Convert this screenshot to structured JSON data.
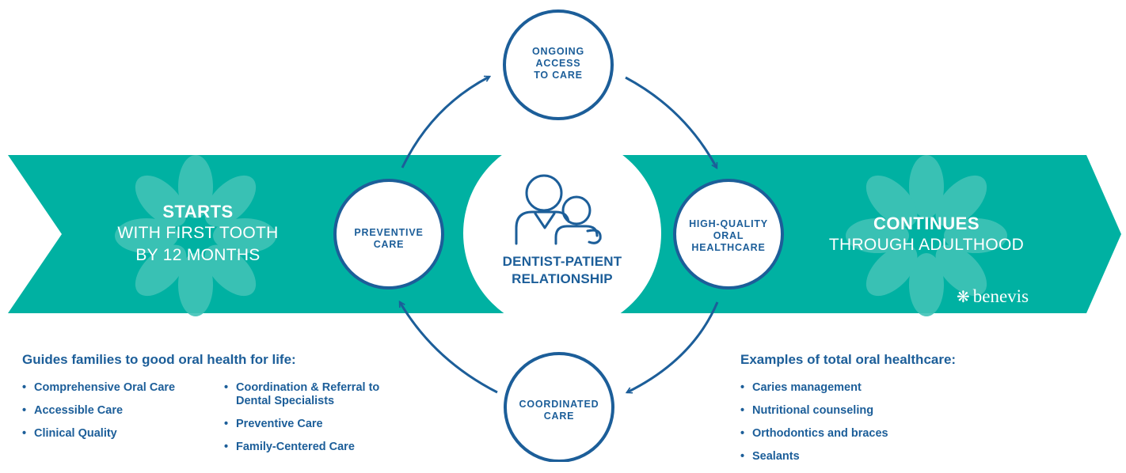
{
  "band": {
    "left_title": "STARTS",
    "left_line1": "WITH FIRST TOOTH",
    "left_line2": "BY 12 MONTHS",
    "right_title": "CONTINUES",
    "right_line1": "THROUGH ADULTHOOD"
  },
  "nodes": {
    "top": [
      "ONGOING",
      "ACCESS",
      "TO CARE"
    ],
    "left": [
      "PREVENTIVE",
      "CARE"
    ],
    "right": [
      "HIGH-QUALITY",
      "ORAL",
      "HEALTHCARE"
    ],
    "bottom": [
      "COORDINATED",
      "CARE"
    ]
  },
  "center": {
    "line1": "DENTIST-PATIENT",
    "line2": "RELATIONSHIP",
    "icon": "dentist-patient-icon"
  },
  "left_list": {
    "heading": "Guides families to good oral health for life:",
    "col1": [
      "Comprehensive Oral Care",
      "Accessible Care",
      "Clinical Quality"
    ],
    "col2": [
      "Coordination & Referral to Dental Specialists",
      "Preventive Care",
      "Family-Centered Care"
    ]
  },
  "right_list": {
    "heading": "Examples of total oral healthcare:",
    "items": [
      "Caries management",
      "Nutritional counseling",
      "Orthodontics and braces",
      "Sealants"
    ]
  },
  "brand": {
    "name": "benevis",
    "icon": "flower-icon"
  },
  "colors": {
    "teal": "#00b1a2",
    "blue": "#1c5e99",
    "white": "#ffffff"
  }
}
